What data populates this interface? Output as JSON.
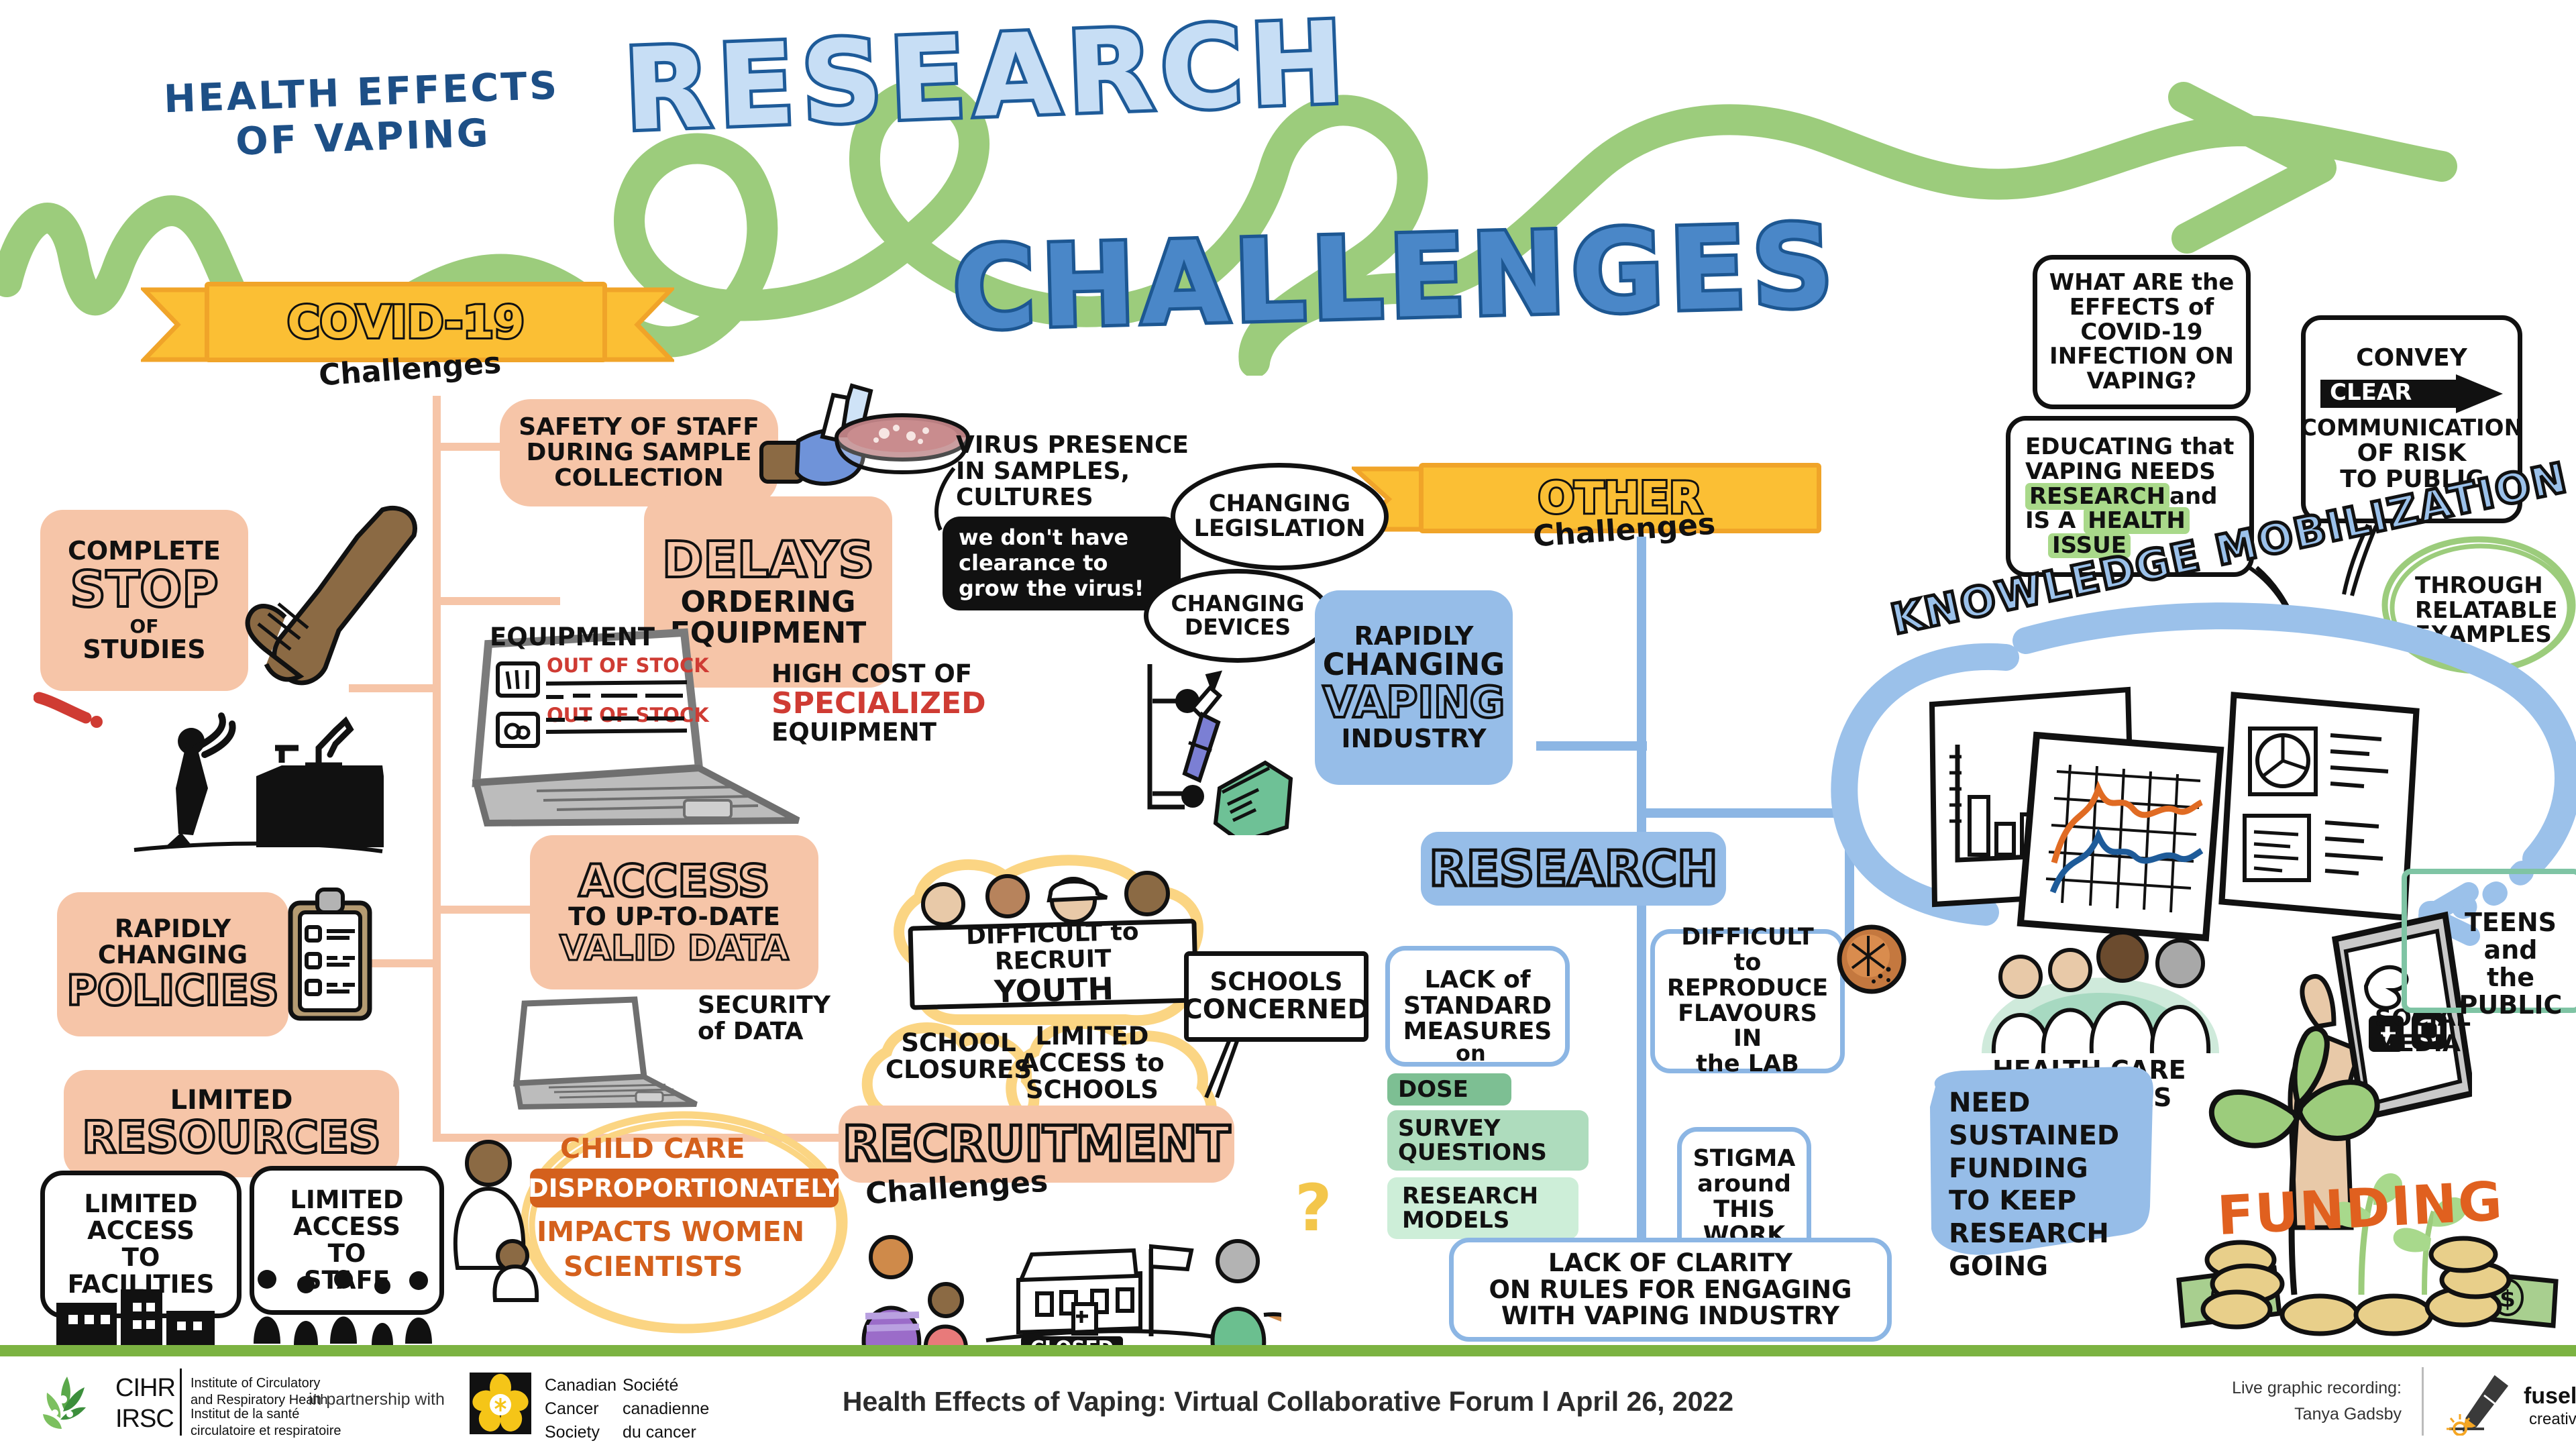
{
  "poster": {
    "subtitle": "HEALTH EFFECTS\nOF VAPING",
    "title_line1": "RESEARCH",
    "title_line2": "CHALLENGES"
  },
  "banners": {
    "covid": {
      "label": "COVID-19",
      "sub": "Challenges"
    },
    "other": {
      "label": "OTHER",
      "sub": "Challenges"
    },
    "recruitment": {
      "label": "RECRUITMENT",
      "sub": "Challenges"
    },
    "research": {
      "label": "RESEARCH"
    },
    "knowledge": {
      "label": "KNOWLEDGE MOBILIZATION"
    }
  },
  "covid_section": {
    "complete_stop": {
      "l1": "COMPLETE",
      "l2": "STOP",
      "l3": "OF",
      "l4": "STUDIES"
    },
    "safety": "SAFETY OF STAFF\nDURING SAMPLE\nCOLLECTION",
    "delays": {
      "l1": "DELAYS",
      "l2": "ORDERING",
      "l3": "EQUIPMENT"
    },
    "laptop": {
      "header": "EQUIPMENT",
      "stock1": "OUT OF STOCK",
      "stock2": "OUT OF STOCK"
    },
    "high_cost": {
      "l1": "HIGH COST OF",
      "l2": "SPECIALIZED",
      "l3": "EQUIPMENT"
    },
    "virus_presence": "VIRUS PRESENCE\nIN SAMPLES,\nCULTURES",
    "virus_quote": "we don't have\nclearance to\ngrow the virus!",
    "rapidly_changing_policies": {
      "l1": "RAPIDLY",
      "l2": "CHANGING",
      "l3": "POLICIES"
    },
    "access_data": {
      "l1": "ACCESS",
      "l2": "TO UP-TO-DATE",
      "l3": "VALID DATA"
    },
    "security_of_data": "SECURITY\nof DATA",
    "limited_resources": {
      "l1": "LIMITED",
      "l2": "RESOURCES"
    },
    "limited_access_facilities": "LIMITED\nACCESS\nTO\nFACILITIES",
    "limited_access_staff": "LIMITED\nACCESS\nTO\nSTAFF",
    "childcare": {
      "l1": "CHILD CARE",
      "l2": "DISPROPORTIONATELY",
      "l3": "IMPACTS WOMEN",
      "l4": "SCIENTISTS"
    }
  },
  "recruitment_section": {
    "difficult_recruit": {
      "l1": "DIFFICULT to RECRUIT",
      "l2": "YOUTH"
    },
    "school_closures": "SCHOOL\nCLOSURES",
    "limited_access_schools": "LIMITED\nACCESS to\nSCHOOLS",
    "schools_concerned": {
      "l1": "SCHOOLS",
      "l2": "CONCERNED"
    },
    "closed_sign": "CLOSED"
  },
  "other_section": {
    "changing_legislation": "CHANGING\nLEGISLATION",
    "changing_devices": "CHANGING\nDEVICES",
    "rapidly_changing_industry": {
      "l1": "RAPIDLY",
      "l2": "CHANGING",
      "l3": "VAPING",
      "l4": "INDUSTRY"
    }
  },
  "research_section": {
    "lack_standard_measures": {
      "l1": "LACK of",
      "l2": "STANDARD",
      "l3": "MEASURES"
    },
    "on_label": "on",
    "tags": [
      "DOSE",
      "SURVEY\nQUESTIONS",
      "RESEARCH\nMODELS"
    ],
    "difficult_reproduce": "DIFFICULT to\nREPRODUCE\nFLAVOURS IN\nthe LAB",
    "stigma": "STIGMA\naround\nTHIS\nWORK",
    "lack_clarity": "LACK OF CLARITY\nON RULES FOR ENGAGING\nWITH VAPING INDUSTRY"
  },
  "km_section": {
    "covid_effects_question": "WHAT ARE the\nEFFECTS of\nCOVID-19\nINFECTION ON\nVAPING?",
    "educating": {
      "p1": "EDUCATING that",
      "p2": "VAPING NEEDS",
      "p3a": "RESEARCH",
      "p3b": "and",
      "p4a": "IS A",
      "p4b": "HEALTH",
      "p5": "ISSUE"
    },
    "convey": {
      "l1": "CONVEY",
      "l2": "CLEAR",
      "l3": "COMMUNICATION",
      "l4a": "OF",
      "l4b": "RISK",
      "l5": "TO PUBLIC"
    },
    "relatable": "THROUGH\nRELATABLE\nEXAMPLES",
    "health_care_providers": "HEALTH CARE\nPROVIDERS",
    "social_media": "SOCIAL\nMEDIA",
    "teens_public": "TEENS\nand\nthe PUBLIC"
  },
  "funding_section": {
    "need_sustained": "NEED\nSUSTAINED\nFUNDING\nTO KEEP\nRESEARCH\nGOING",
    "funding_word": "FUNDING",
    "bill_symbol": "$"
  },
  "footer": {
    "cihr_abbr_1": "CIHR",
    "cihr_abbr_2": "IRSC",
    "cihr_en": "Institute of Circulatory\nand Respiratory Health",
    "cihr_fr": "Institut de la santé\ncirculatoire et respiratoire",
    "partnership": "in partnership with",
    "ccs_en": "Canadian\nCancer\nSociety",
    "ccs_fr": "Société\ncanadienne\ndu cancer",
    "event": "Health Effects of Vaping: Virtual Collaborative Forum  l  April 26, 2022",
    "credit": "Live graphic recording:\nTanya Gadsby",
    "fuselight_1": "fuselight",
    "fuselight_2": "creative"
  },
  "colors": {
    "green": "#9ccc7c",
    "peach": "#f6c5a8",
    "blue": "#96bde8",
    "yellow": "#fbbf34",
    "dark_blue": "#1d5792",
    "red": "#cf3b33",
    "orange": "#d4601c"
  }
}
